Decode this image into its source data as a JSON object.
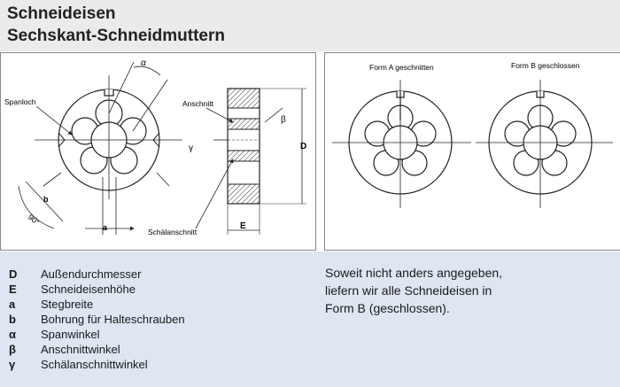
{
  "header": {
    "title_line1": "Schneideisen",
    "title_line2": "Sechskant-Schneidmuttern"
  },
  "left_diagram": {
    "labels": {
      "spanloch": "Spanloch",
      "anschnitt": "Anschnitt",
      "schaelanschnitt": "Schälanschnitt",
      "alpha": "α",
      "beta": "β",
      "gamma": "γ",
      "d": "D",
      "e": "E",
      "a": "a",
      "b": "b",
      "angle90": "90°"
    }
  },
  "right_diagram": {
    "form_a": "Form A geschnitten",
    "form_b": "Form B geschlossen"
  },
  "legend": [
    {
      "symbol": "D",
      "text": "Außendurchmesser"
    },
    {
      "symbol": "E",
      "text": "Schneideisenhöhe"
    },
    {
      "symbol": "a",
      "text": "Stegbreite"
    },
    {
      "symbol": "b",
      "text": "Bohrung für Halteschrauben"
    },
    {
      "symbol": "α",
      "text": "Spanwinkel"
    },
    {
      "symbol": "β",
      "text": "Anschnittwinkel"
    },
    {
      "symbol": "γ",
      "text": "Schälanschnittwinkel"
    }
  ],
  "note": {
    "line1": "Soweit nicht anders angegeben,",
    "line2": "liefern wir alle Schneideisen in",
    "line3": "Form B (geschlossen)."
  },
  "colors": {
    "header_bg": "#ebebeb",
    "legend_bg": "#dde6f1"
  }
}
